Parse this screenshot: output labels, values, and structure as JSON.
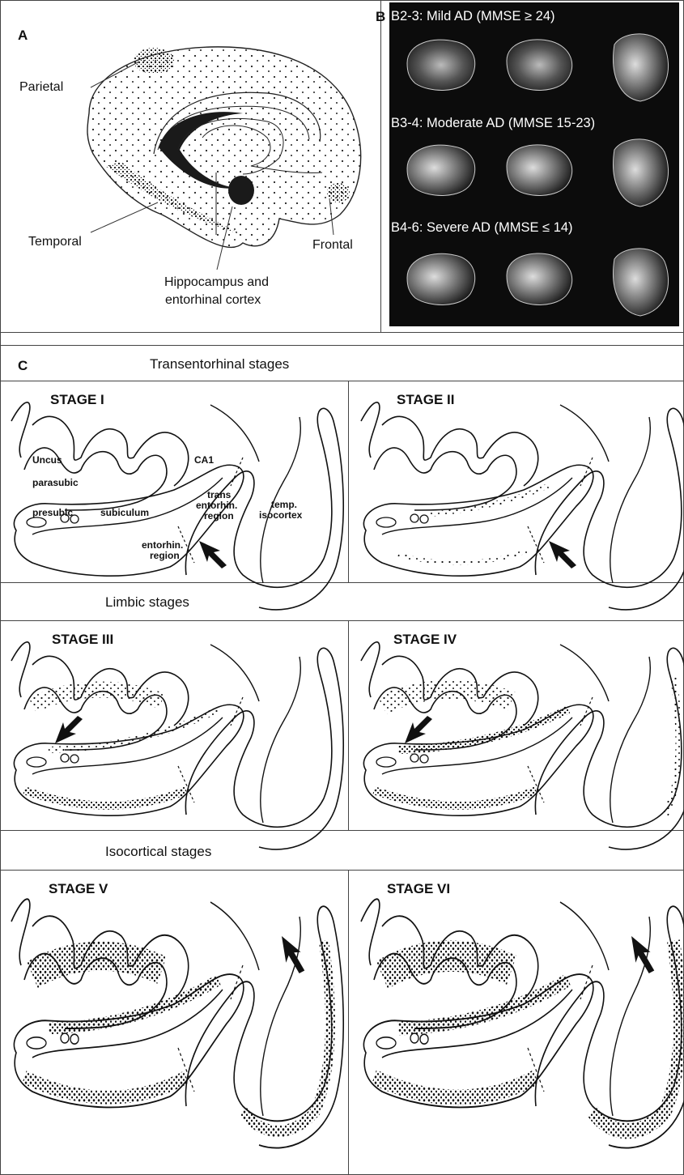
{
  "panel_a": {
    "letter": "A",
    "labels": {
      "parietal": "Parietal",
      "temporal": "Temporal",
      "frontal": "Frontal",
      "hippocampus_line1": "Hippocampus and",
      "hippocampus_line2": "entorhinal cortex"
    }
  },
  "panel_b": {
    "letter": "B",
    "rows": [
      {
        "caption": "B2-3: Mild AD (MMSE ≥ 24)"
      },
      {
        "caption": "B3-4: Moderate AD (MMSE 15-23)"
      },
      {
        "caption": "B4-6: Severe AD (MMSE ≤ 14)"
      }
    ]
  },
  "panel_c": {
    "letter": "C",
    "sections": {
      "transentorhinal": "Transentorhinal stages",
      "limbic": "Limbic stages",
      "isocortical": "Isocortical stages"
    },
    "stages": [
      "STAGE I",
      "STAGE II",
      "STAGE III",
      "STAGE IV",
      "STAGE V",
      "STAGE VI"
    ],
    "region_labels": {
      "uncus": "Uncus",
      "ca1": "CA1",
      "parasubic": "parasubic",
      "presubic": "presubic",
      "subiculum": "subiculum",
      "trans_1": "trans",
      "trans_2": "entorhin.",
      "trans_3": "region",
      "temp_1": "temp.",
      "temp_2": "isocortex",
      "ento_1": "entorhin.",
      "ento_2": "region"
    }
  }
}
